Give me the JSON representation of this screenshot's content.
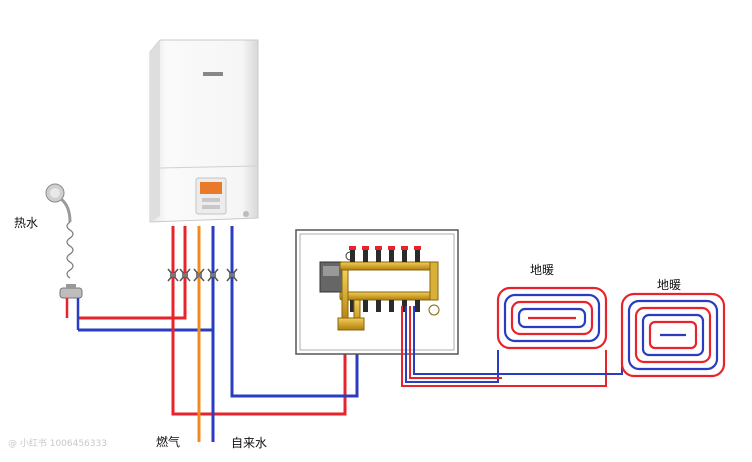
{
  "labels": {
    "hot_water": "热水",
    "floor_heating_1": "地暖",
    "floor_heating_2": "地暖",
    "gas": "燃气",
    "tap_water": "自来水"
  },
  "watermark": "@ 小红书 1006456333",
  "colors": {
    "hot": "#e8232b",
    "cold": "#2a3cc0",
    "gas": "#f08c1e",
    "boiler_body": "#f4f4f4",
    "cabinet_border": "#555555",
    "brass": "#d6a21a"
  }
}
